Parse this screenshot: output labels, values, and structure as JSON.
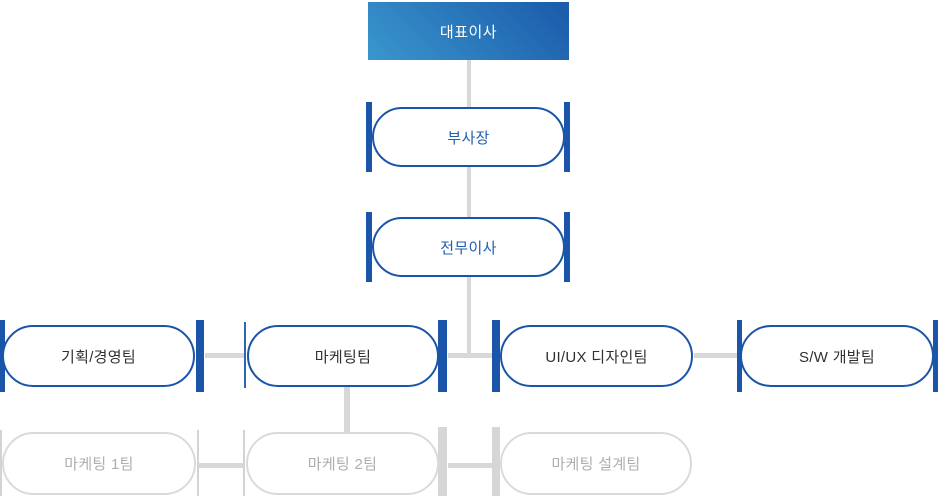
{
  "org_chart": {
    "ceo": {
      "label": "대표이사"
    },
    "executives": [
      {
        "label": "부사장"
      },
      {
        "label": "전무이사"
      }
    ],
    "teams": [
      {
        "label": "기획/경영팀"
      },
      {
        "label": "마케팅팀"
      },
      {
        "label": "UI/UX 디자인팀"
      },
      {
        "label": "S/W 개발팀"
      }
    ],
    "subteams": [
      {
        "label": "마케팅 1팀"
      },
      {
        "label": "마케팅 2팀"
      },
      {
        "label": "마케팅 설계팀"
      }
    ]
  },
  "colors": {
    "primary_blue": "#1a55aa",
    "blue_text": "#1f5fb2",
    "ceo_gradient_start": "#3a96cd",
    "ceo_gradient_end": "#1a5aaa",
    "ceo_text": "#ffffff",
    "team_text": "#303030",
    "connector_gray": "#d8d8d8",
    "inactive_border_gray": "#dadada",
    "inactive_text_gray": "#aeaeae"
  }
}
